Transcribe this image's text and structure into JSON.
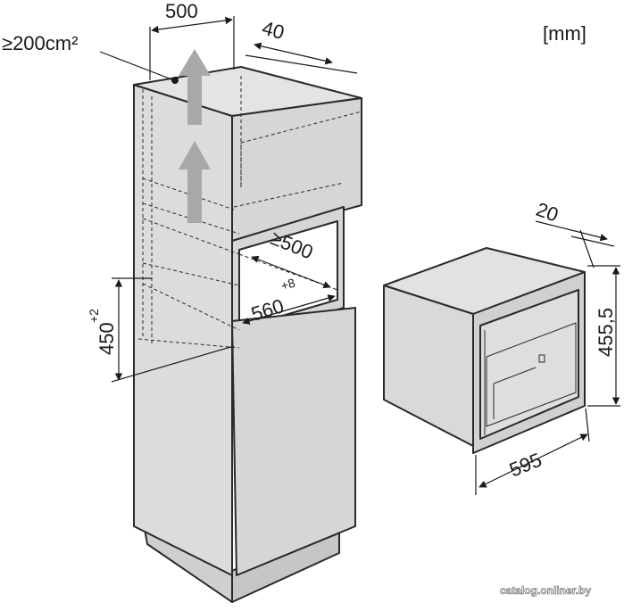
{
  "unit_label": "[mm]",
  "dimensions": {
    "top_width": "500",
    "ventilation_area": "≥200cm²",
    "depth_gap": "40",
    "niche_depth": "≥500",
    "niche_width": "560",
    "niche_width_tolerance": "+8",
    "niche_height": "450",
    "niche_height_tolerance": "+2",
    "appliance_front": "20",
    "appliance_height": "455,5",
    "appliance_width": "595"
  },
  "watermark": "catalog.onliner.by",
  "colors": {
    "line": "#2a2a2a",
    "cabinet_fill": "#d9d9d9",
    "arrow_fill": "#a8a8a8",
    "background": "#ffffff"
  }
}
